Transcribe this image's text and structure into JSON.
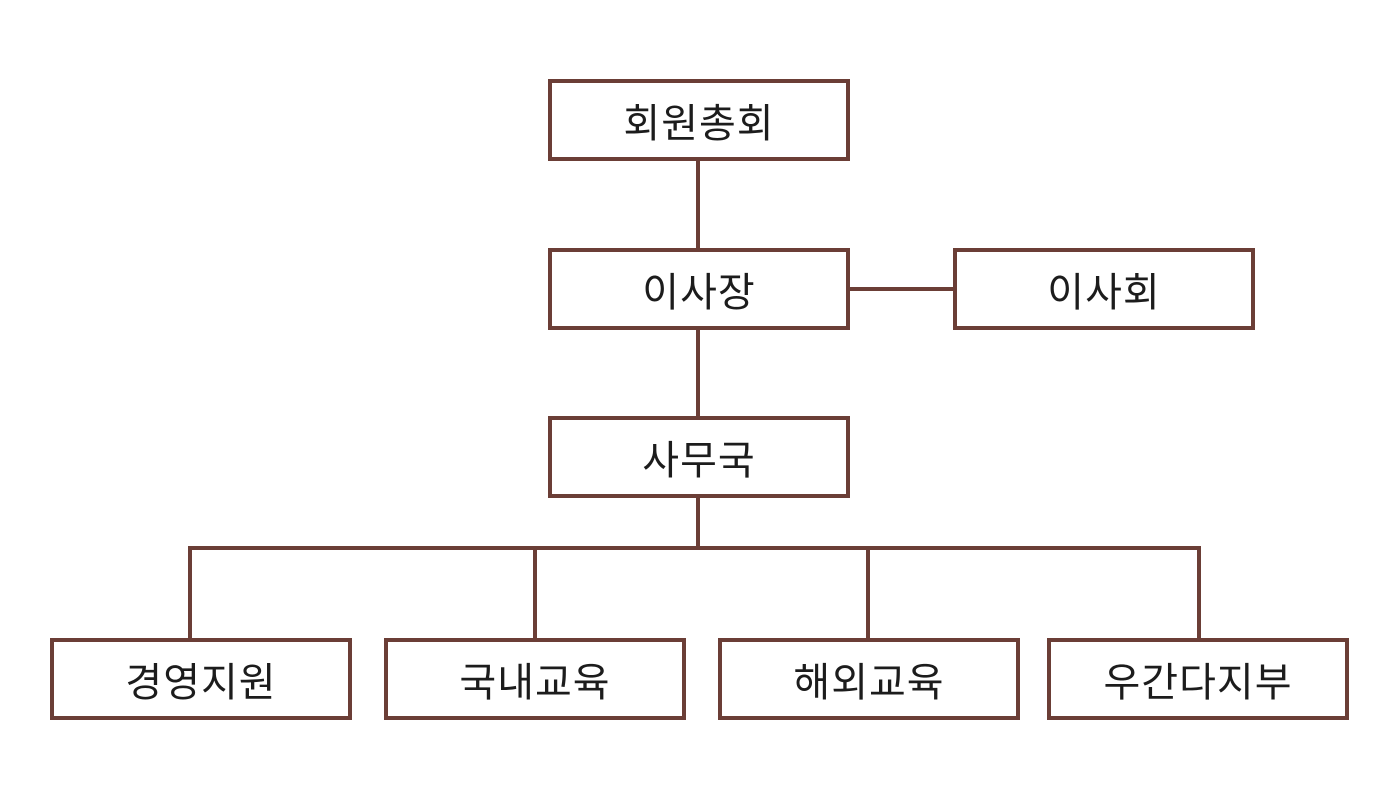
{
  "colors": {
    "box_border": "#6b3e36",
    "text": "#1c1c1c",
    "background": "#ffffff"
  },
  "org_chart": {
    "general_assembly": "회원총회",
    "chairman": "이사장",
    "board": "이사회",
    "secretariat": "사무국",
    "departments": [
      "경영지원",
      "국내교육",
      "해외교육",
      "우간다지부"
    ]
  }
}
